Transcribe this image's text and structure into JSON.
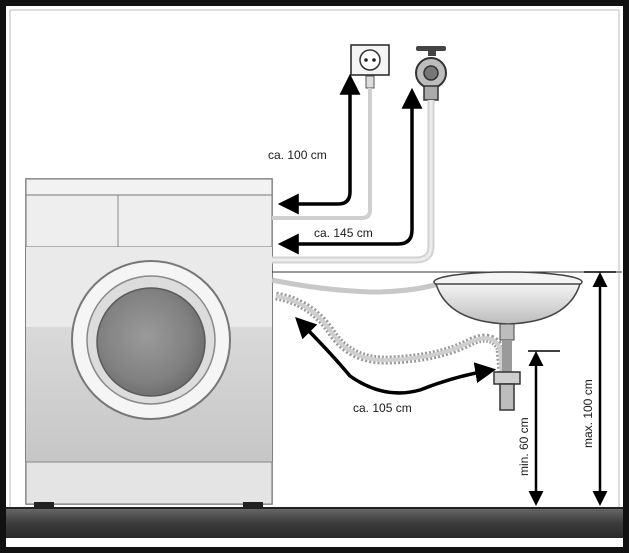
{
  "labels": {
    "power_cord_length": "ca. 100 cm",
    "inlet_hose_length": "ca. 145 cm",
    "drain_hose_length": "ca. 105 cm",
    "min_height": "min. 60 cm",
    "max_height": "max. 100 cm"
  },
  "icons": {
    "socket": "power-socket-icon",
    "tap": "water-tap-icon"
  },
  "colors": {
    "frame": "#111111",
    "wall": "#ffffff",
    "floor": "#4a4a4a",
    "machine_top": "#e6e6e6",
    "machine_bottom": "#d0d0d0",
    "door": "#7f7f7f",
    "arrow": "#000000"
  }
}
